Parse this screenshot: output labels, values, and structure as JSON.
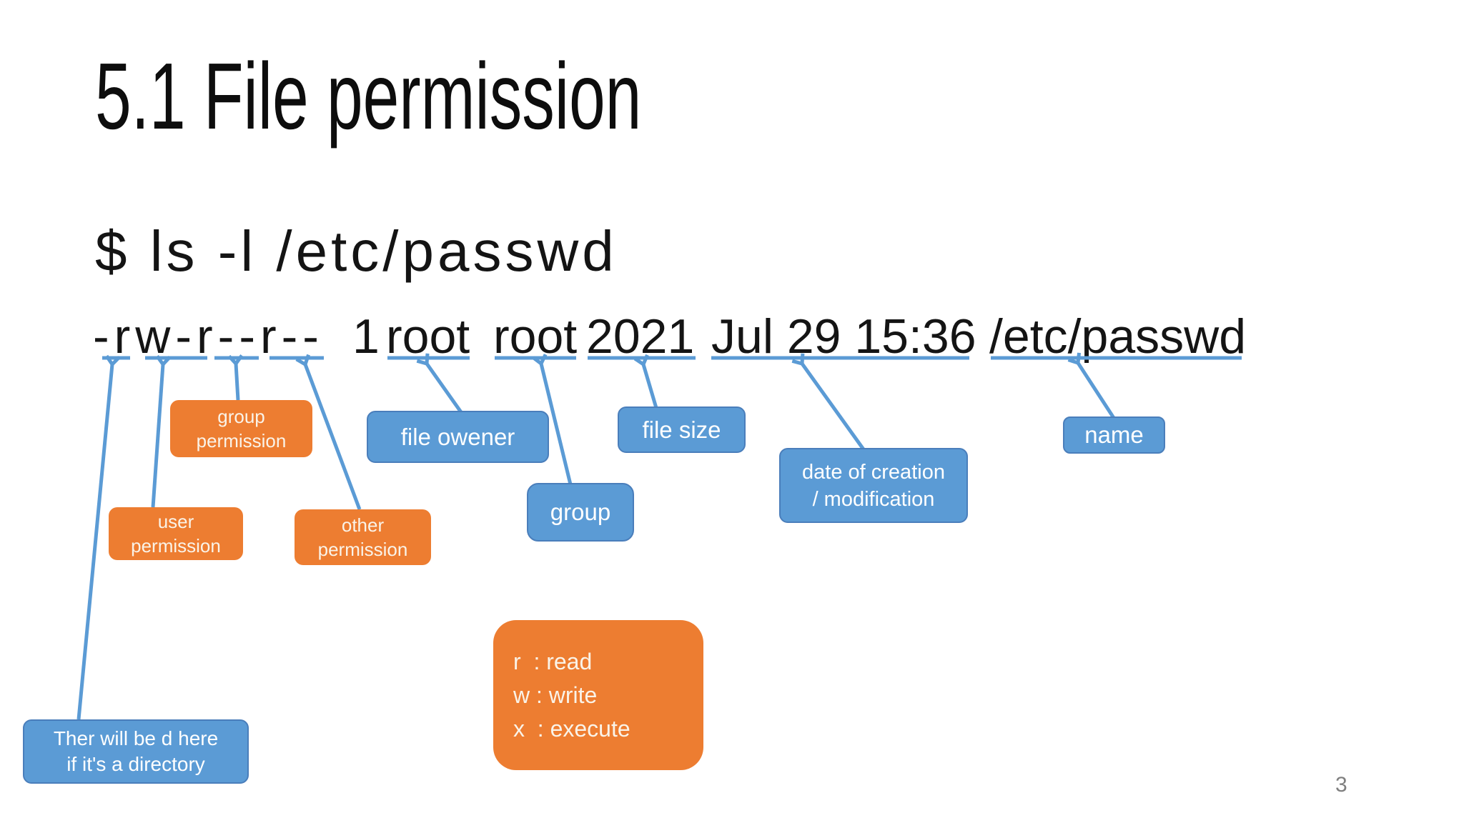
{
  "slide": {
    "title": "5.1 File permission",
    "command": "$ ls -l /etc/passwd",
    "page_number": "3"
  },
  "ls_output": {
    "permissions": "-rw-r--r--",
    "link_count": "1",
    "owner": "root",
    "group": "root",
    "size": "2021",
    "date": "Jul 29 15:36",
    "path": "/etc/passwd"
  },
  "callouts": {
    "dir_note": {
      "line1": "Ther will be d here",
      "line2": "if it's a directory"
    },
    "user_permission": {
      "line1": "user",
      "line2": "permission"
    },
    "group_permission": {
      "line1": "group",
      "line2": "permission"
    },
    "other_permission": {
      "line1": "other",
      "line2": "permission"
    },
    "file_owner": {
      "label": "file owener"
    },
    "group": {
      "label": "group"
    },
    "file_size": {
      "label": "file size"
    },
    "date": {
      "line1": "date of creation",
      "line2": "/ modification"
    },
    "name": {
      "label": "name"
    },
    "legend": {
      "line1": "r  : read",
      "line2": "w : write",
      "line3": "x  : execute"
    }
  },
  "colors": {
    "callout_blue": "#5B9BD5",
    "callout_blue_border": "#4A7EBB",
    "callout_orange": "#ED7D31",
    "connector_blue": "#5B9BD5",
    "body_text": "#141414",
    "page_number_gray": "#7F7F7F"
  }
}
